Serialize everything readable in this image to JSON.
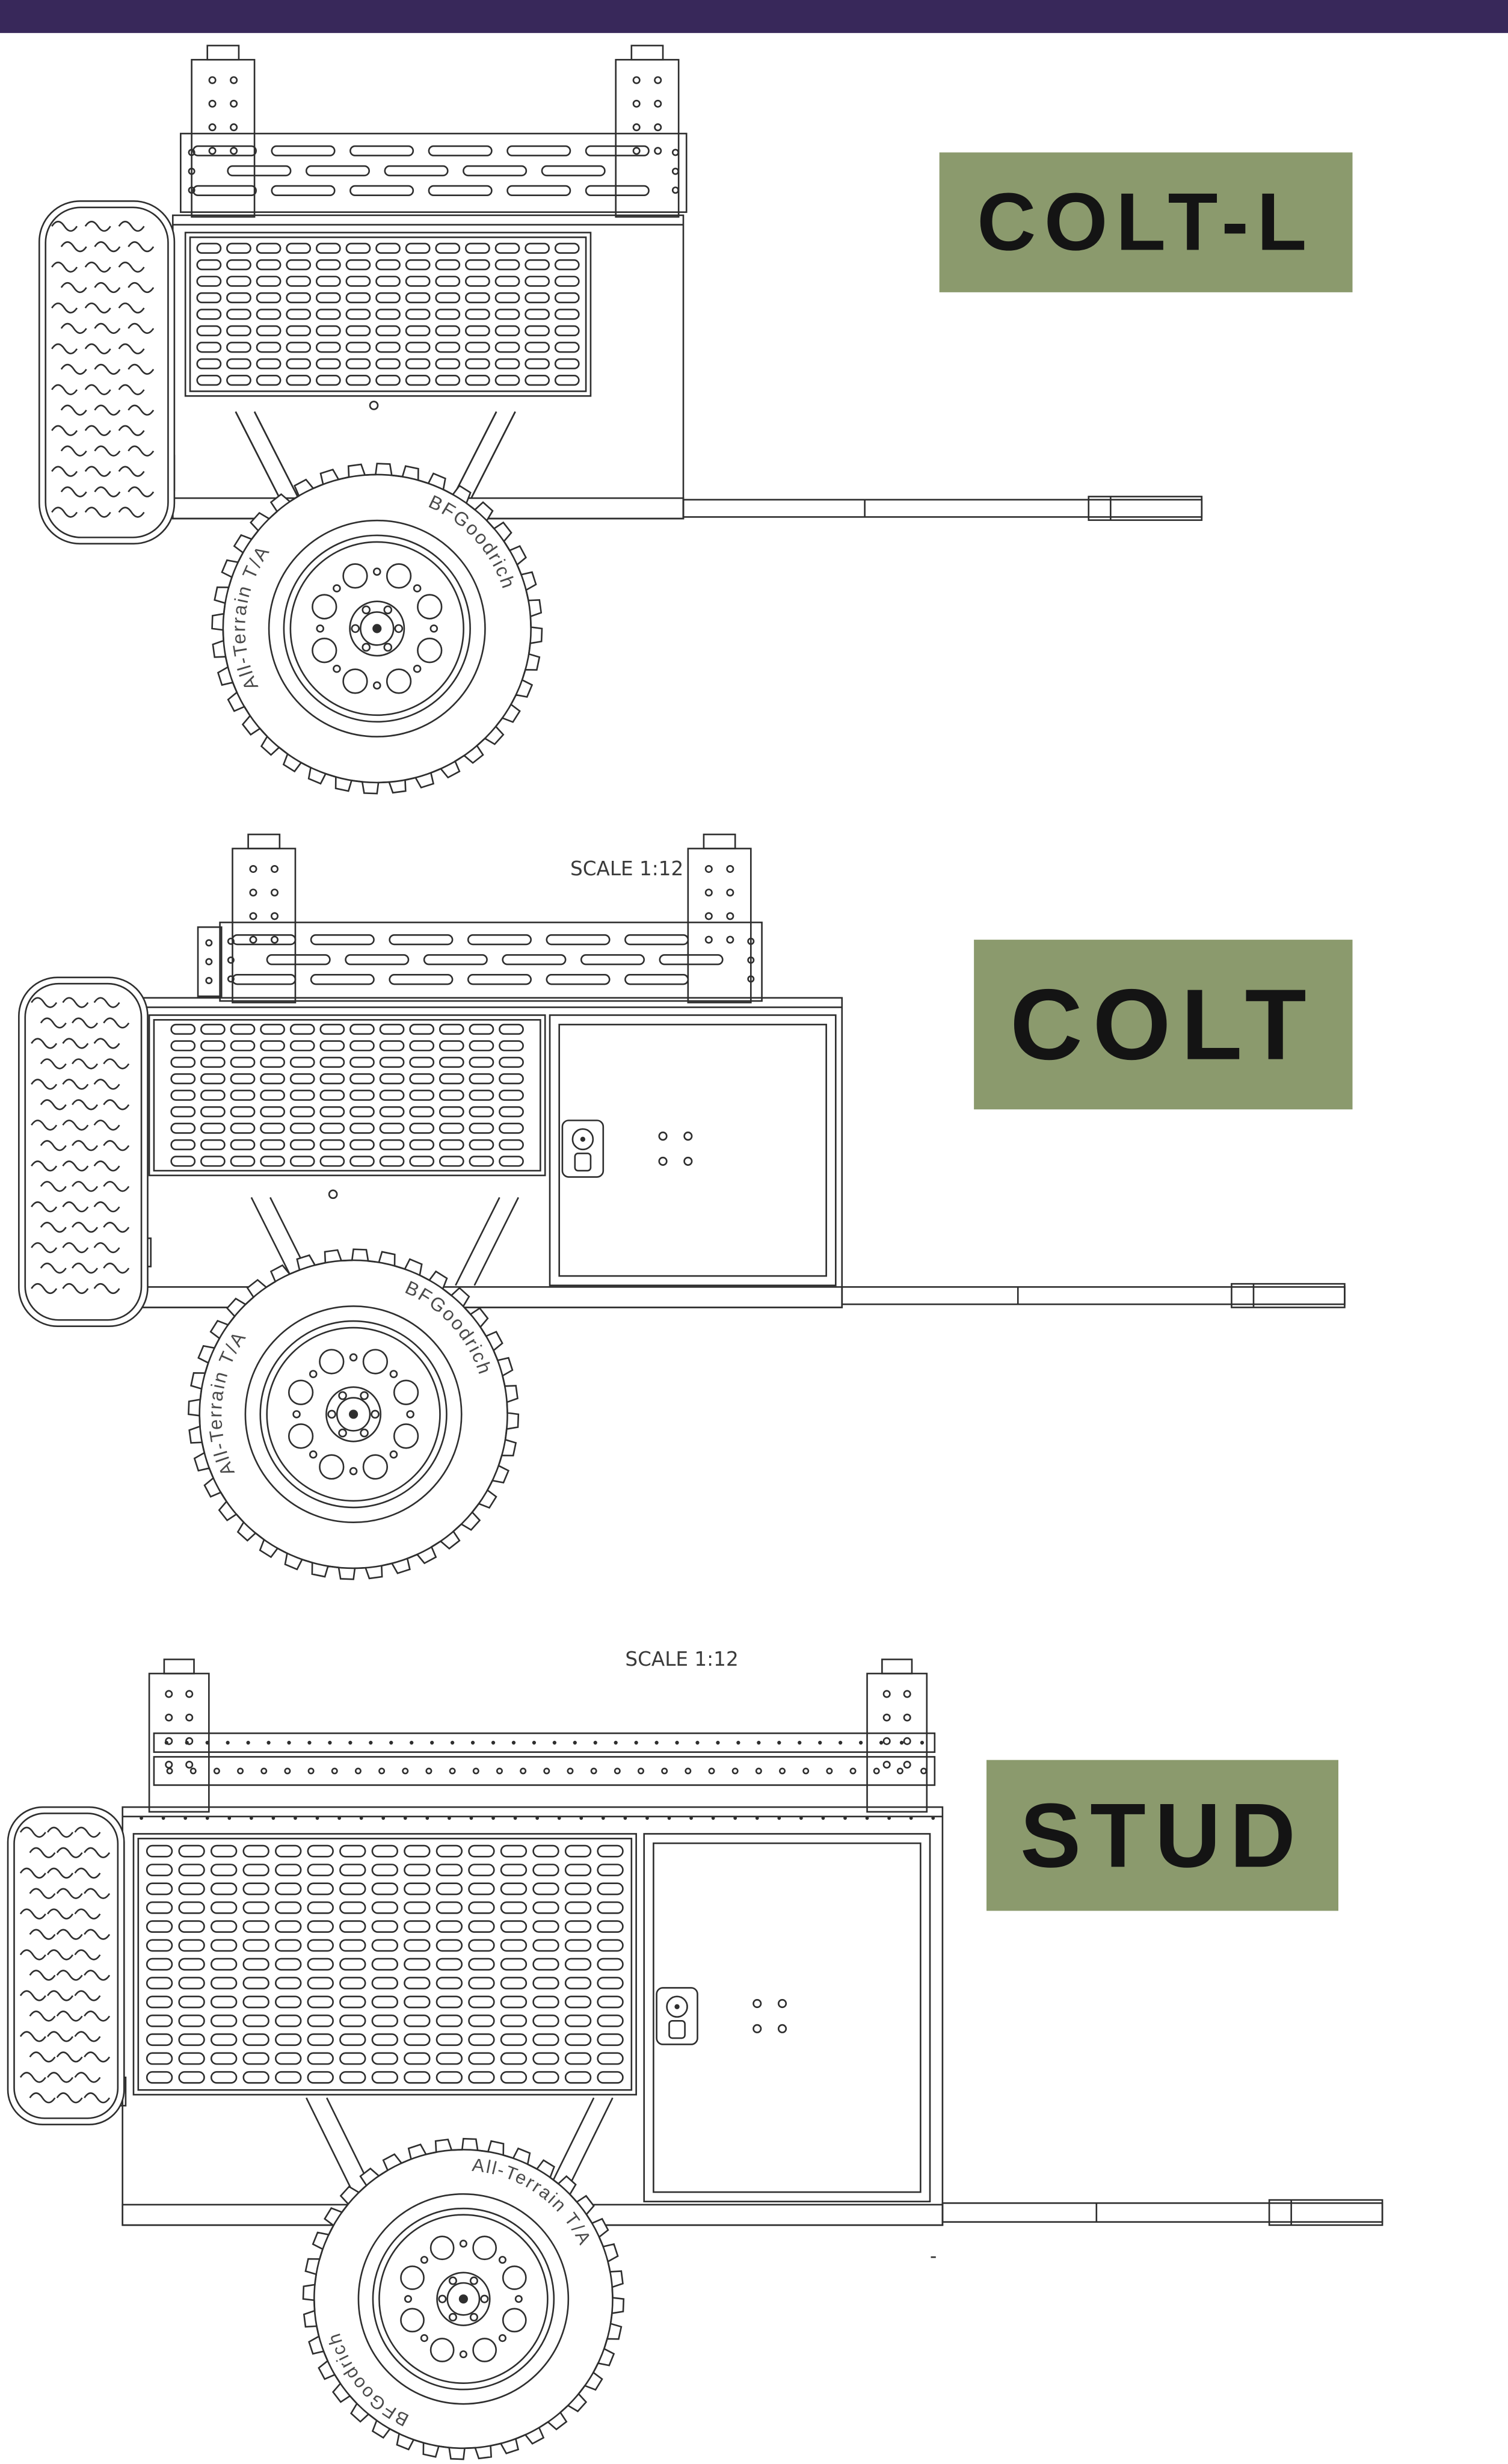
{
  "page": {
    "topbar_color": "#38285A",
    "badge_color": "#8B9A6D",
    "background": "#FFFFFF",
    "line_color": "#2E2E2E"
  },
  "trailers": [
    {
      "label": "COLT-L"
    },
    {
      "label": "COLT"
    },
    {
      "label": "STUD"
    }
  ],
  "scale_labels": [
    "SCALE 1:12",
    "SCALE 1:12"
  ],
  "tire_text": {
    "brand": "BFGoodrich",
    "model": "All-Terrain T/A"
  },
  "annotations": {
    "dash": "-"
  }
}
